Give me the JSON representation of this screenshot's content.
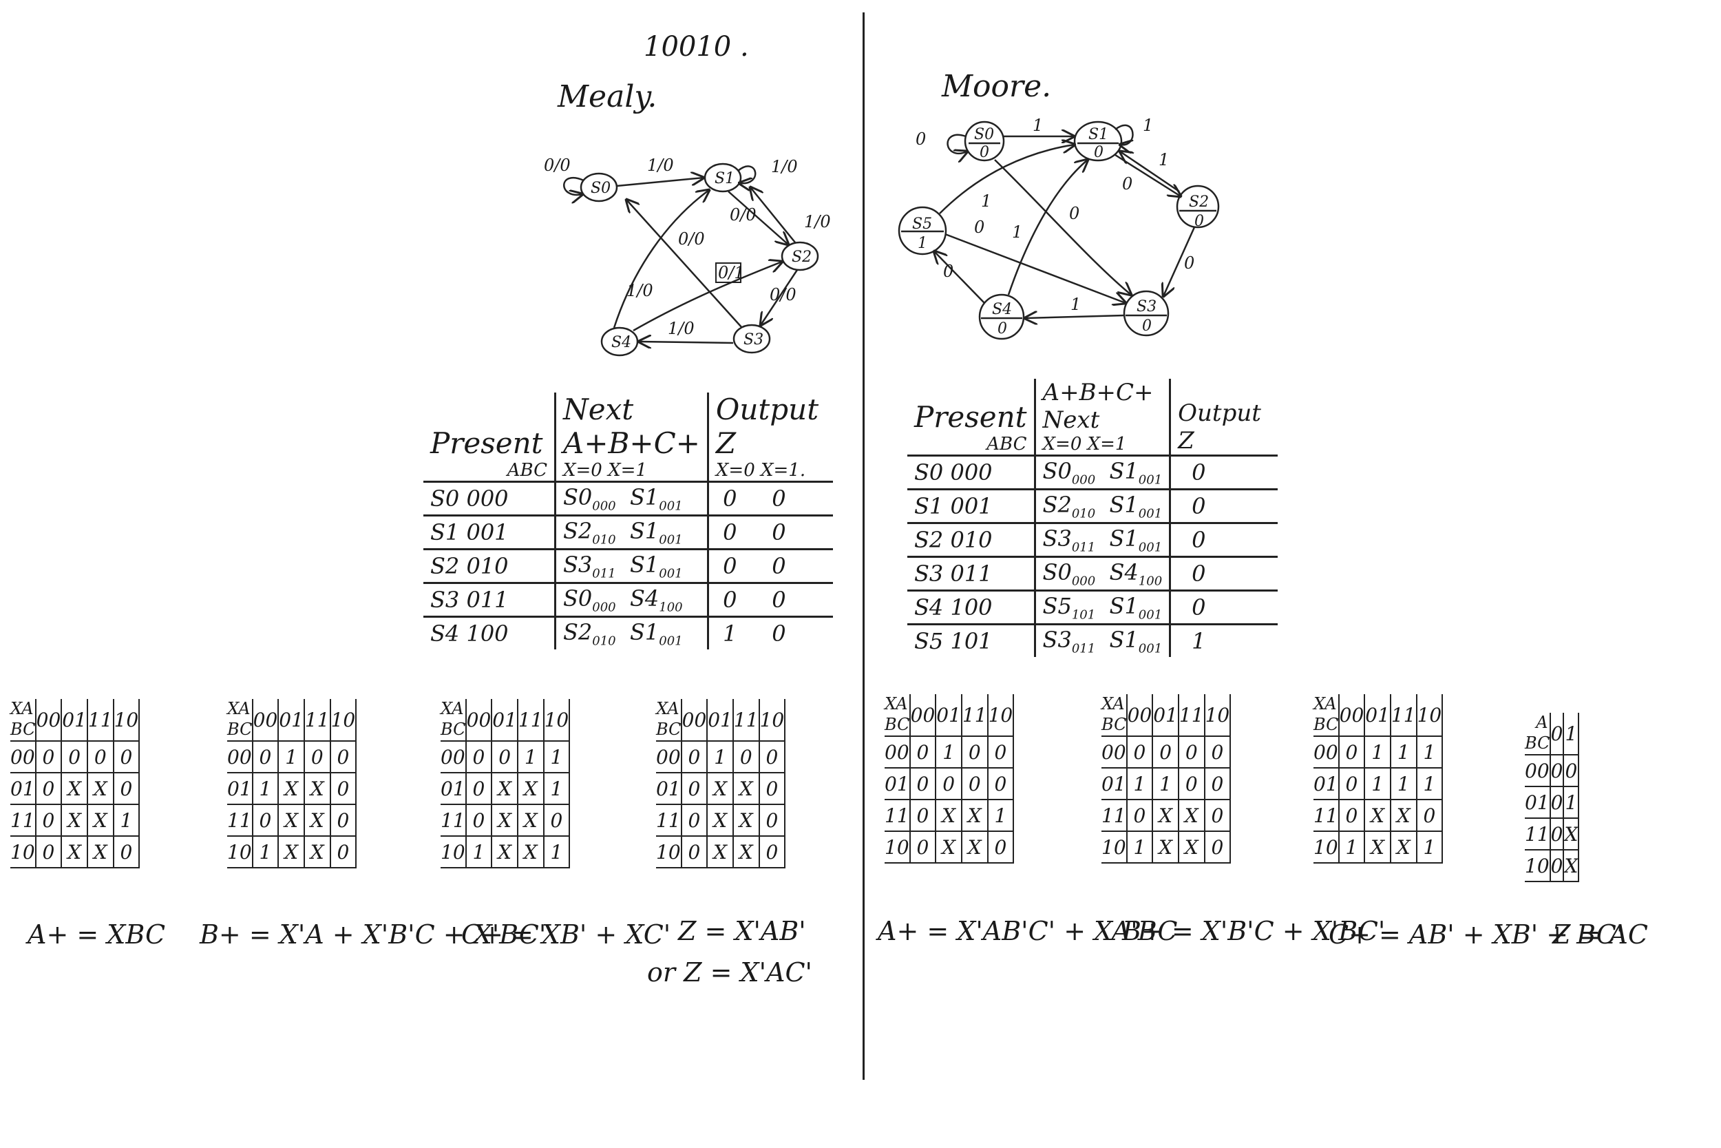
{
  "top_note": "10010 .",
  "mealy": {
    "title": "Mealy.",
    "states": [
      "S0",
      "S1",
      "S2",
      "S3",
      "S4"
    ],
    "edge_labels": [
      "0/0",
      "1/0",
      "1/0",
      "0/0",
      "1/0",
      "0/0",
      "0/1",
      "0/0",
      "1/0",
      "1/0"
    ],
    "table": {
      "headers": {
        "present": "Present",
        "present_sub": "ABC",
        "next": "Next A+B+C+",
        "next_sub": "X=0  X=1",
        "output": "Output Z",
        "output_sub": "X=0  X=1."
      },
      "rows": [
        {
          "present": "S0 000",
          "n0": "S0",
          "n0c": "000",
          "n1": "S1",
          "n1c": "001",
          "z0": "0",
          "z1": "0"
        },
        {
          "present": "S1 001",
          "n0": "S2",
          "n0c": "010",
          "n1": "S1",
          "n1c": "001",
          "z0": "0",
          "z1": "0"
        },
        {
          "present": "S2 010",
          "n0": "S3",
          "n0c": "011",
          "n1": "S1",
          "n1c": "001",
          "z0": "0",
          "z1": "0"
        },
        {
          "present": "S3 011",
          "n0": "S0",
          "n0c": "000",
          "n1": "S4",
          "n1c": "100",
          "z0": "0",
          "z1": "0"
        },
        {
          "present": "S4 100",
          "n0": "S2",
          "n0c": "010",
          "n1": "S1",
          "n1c": "001",
          "z0": "1",
          "z1": "0"
        }
      ]
    },
    "kmaps": [
      {
        "corner": "XA",
        "side": "BC",
        "cols": [
          "00",
          "01",
          "11",
          "10"
        ],
        "rows": [
          "00",
          "01",
          "11",
          "10"
        ],
        "cells": [
          [
            "0",
            "0",
            "0",
            "0"
          ],
          [
            "0",
            "X",
            "X",
            "0"
          ],
          [
            "0",
            "X",
            "X",
            "1"
          ],
          [
            "0",
            "X",
            "X",
            "0"
          ]
        ],
        "equation": "A+ = XBC"
      },
      {
        "corner": "XA",
        "side": "BC",
        "cols": [
          "00",
          "01",
          "11",
          "10"
        ],
        "rows": [
          "00",
          "01",
          "11",
          "10"
        ],
        "cells": [
          [
            "0",
            "1",
            "0",
            "0"
          ],
          [
            "1",
            "X",
            "X",
            "0"
          ],
          [
            "0",
            "X",
            "X",
            "0"
          ],
          [
            "1",
            "X",
            "X",
            "0"
          ]
        ],
        "equation": "B+ = X'A + X'B'C + X'BC'"
      },
      {
        "corner": "XA",
        "side": "BC",
        "cols": [
          "00",
          "01",
          "11",
          "10"
        ],
        "rows": [
          "00",
          "01",
          "11",
          "10"
        ],
        "cells": [
          [
            "0",
            "0",
            "1",
            "1"
          ],
          [
            "0",
            "X",
            "X",
            "1"
          ],
          [
            "0",
            "X",
            "X",
            "0"
          ],
          [
            "1",
            "X",
            "X",
            "1"
          ]
        ],
        "equation": "C+ = XB' + XC'"
      },
      {
        "corner": "XA",
        "side": "BC",
        "cols": [
          "00",
          "01",
          "11",
          "10"
        ],
        "rows": [
          "00",
          "01",
          "11",
          "10"
        ],
        "cells": [
          [
            "0",
            "1",
            "0",
            "0"
          ],
          [
            "0",
            "X",
            "X",
            "0"
          ],
          [
            "0",
            "X",
            "X",
            "0"
          ],
          [
            "0",
            "X",
            "X",
            "0"
          ]
        ],
        "equation": "Z = X'AB'",
        "equation2": "or Z = X'AC'"
      }
    ]
  },
  "moore": {
    "title": "Moore.",
    "states": [
      {
        "name": "S0",
        "out": "0"
      },
      {
        "name": "S1",
        "out": "0"
      },
      {
        "name": "S2",
        "out": "0"
      },
      {
        "name": "S3",
        "out": "0"
      },
      {
        "name": "S4",
        "out": "0"
      },
      {
        "name": "S5",
        "out": "1"
      }
    ],
    "edge_labels": [
      "0",
      "1",
      "1",
      "1",
      "0",
      "0",
      "1",
      "0",
      "1",
      "0",
      "0",
      "1"
    ],
    "table": {
      "headers": {
        "present": "Present",
        "present_sub": "ABC",
        "next": "A+B+C+ Next",
        "next_sub": "X=0  X=1",
        "output": "Output Z"
      },
      "rows": [
        {
          "present": "S0 000",
          "n0": "S0",
          "n0c": "000",
          "n1": "S1",
          "n1c": "001",
          "z": "0"
        },
        {
          "present": "S1 001",
          "n0": "S2",
          "n0c": "010",
          "n1": "S1",
          "n1c": "001",
          "z": "0"
        },
        {
          "present": "S2 010",
          "n0": "S3",
          "n0c": "011",
          "n1": "S1",
          "n1c": "001",
          "z": "0"
        },
        {
          "present": "S3 011",
          "n0": "S0",
          "n0c": "000",
          "n1": "S4",
          "n1c": "100",
          "z": "0"
        },
        {
          "present": "S4 100",
          "n0": "S5",
          "n0c": "101",
          "n1": "S1",
          "n1c": "001",
          "z": "0"
        },
        {
          "present": "S5 101",
          "n0": "S3",
          "n0c": "011",
          "n1": "S1",
          "n1c": "001",
          "z": "1"
        }
      ]
    },
    "kmaps": [
      {
        "corner": "XA",
        "side": "BC",
        "cols": [
          "00",
          "01",
          "11",
          "10"
        ],
        "rows": [
          "00",
          "01",
          "11",
          "10"
        ],
        "cells": [
          [
            "0",
            "1",
            "0",
            "0"
          ],
          [
            "0",
            "0",
            "0",
            "0"
          ],
          [
            "0",
            "X",
            "X",
            "1"
          ],
          [
            "0",
            "X",
            "X",
            "0"
          ]
        ],
        "equation": "A+ = X'AB'C' + XA'BC"
      },
      {
        "corner": "XA",
        "side": "BC",
        "cols": [
          "00",
          "01",
          "11",
          "10"
        ],
        "rows": [
          "00",
          "01",
          "11",
          "10"
        ],
        "cells": [
          [
            "0",
            "0",
            "0",
            "0"
          ],
          [
            "1",
            "1",
            "0",
            "0"
          ],
          [
            "0",
            "X",
            "X",
            "0"
          ],
          [
            "1",
            "X",
            "X",
            "0"
          ]
        ],
        "equation": "B+ = X'B'C + X'BC'"
      },
      {
        "corner": "XA",
        "side": "BC",
        "cols": [
          "00",
          "01",
          "11",
          "10"
        ],
        "rows": [
          "00",
          "01",
          "11",
          "10"
        ],
        "cells": [
          [
            "0",
            "1",
            "1",
            "1"
          ],
          [
            "0",
            "1",
            "1",
            "1"
          ],
          [
            "0",
            "X",
            "X",
            "0"
          ],
          [
            "1",
            "X",
            "X",
            "1"
          ]
        ],
        "equation": "C+ = AB' + XB' + BC'"
      },
      {
        "corner": "A",
        "side": "BC",
        "cols": [
          "0",
          "1"
        ],
        "rows": [
          "00",
          "01",
          "11",
          "10"
        ],
        "cells": [
          [
            "0",
            "0"
          ],
          [
            "0",
            "1"
          ],
          [
            "0",
            "X"
          ],
          [
            "0",
            "X"
          ]
        ],
        "equation": "Z = AC"
      }
    ]
  }
}
